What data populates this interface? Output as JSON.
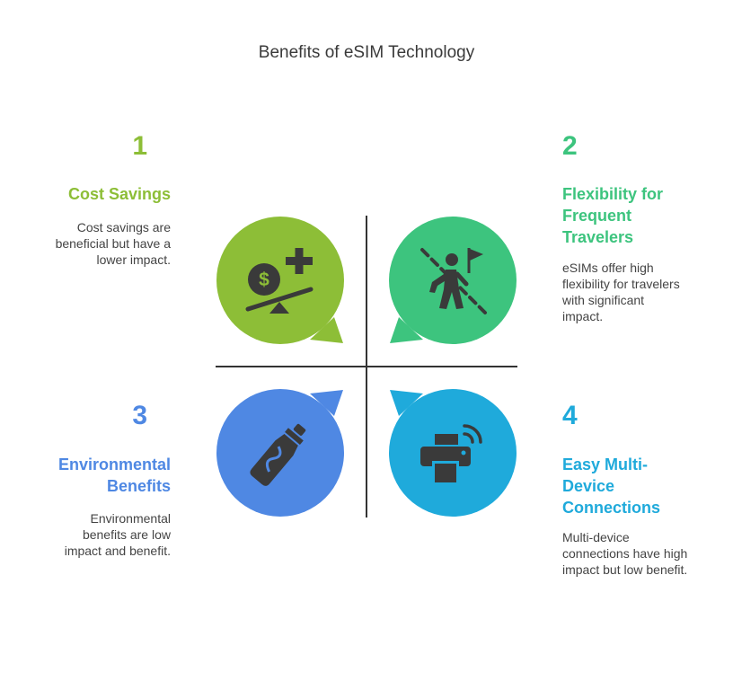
{
  "title": "Benefits of eSIM Technology",
  "items": [
    {
      "number": "1",
      "heading": "Cost Savings",
      "description": "Cost savings are beneficial but have a lower impact.",
      "color": "#8DBE37",
      "icon": "money-scale-plus-icon"
    },
    {
      "number": "2",
      "heading": "Flexibility for Frequent Travelers",
      "description": "eSIMs offer high flexibility for travelers with significant impact.",
      "color": "#3DC47E",
      "icon": "hiker-flag-icon"
    },
    {
      "number": "3",
      "heading": "Environmental Benefits",
      "description": "Environmental benefits are low impact and benefit.",
      "color": "#4F88E3",
      "icon": "recycled-bottle-icon"
    },
    {
      "number": "4",
      "heading": "Easy Multi-Device Connections",
      "description": "Multi-device connections have high impact but low benefit.",
      "color": "#1FAADB",
      "icon": "wireless-printer-icon"
    }
  ]
}
